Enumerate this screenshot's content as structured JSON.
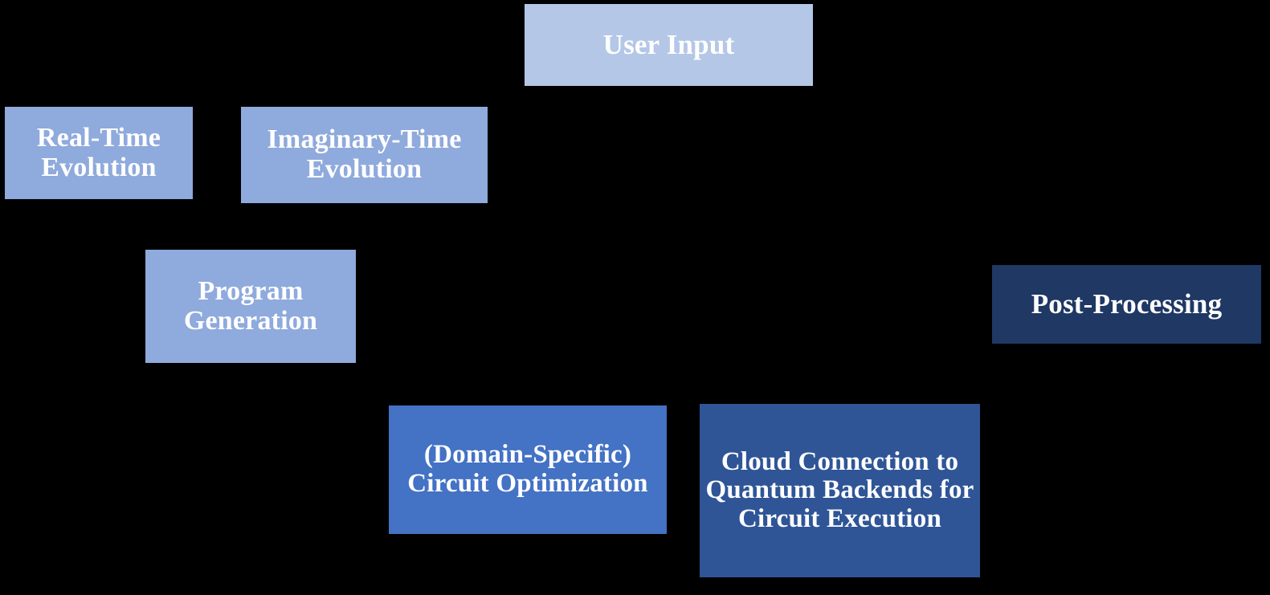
{
  "diagram": {
    "background_color": "#000000",
    "text_color": "#ffffff",
    "nodes": [
      {
        "id": "user-input",
        "label": "User Input",
        "color": "#b4c7e7"
      },
      {
        "id": "real-time",
        "label": "Real-Time Evolution",
        "color": "#8faadc"
      },
      {
        "id": "imaginary-time",
        "label": "Imaginary-Time Evolution",
        "color": "#8faadc"
      },
      {
        "id": "program-generation",
        "label": "Program Generation",
        "color": "#8faadc"
      },
      {
        "id": "post-processing",
        "label": "Post-Processing",
        "color": "#1f3864"
      },
      {
        "id": "circuit-optimization",
        "label": "(Domain-Specific) Circuit Optimization",
        "color": "#4472c4"
      },
      {
        "id": "cloud-connection",
        "label": "Cloud Connection to Quantum Backends for Circuit Execution",
        "color": "#2f5597"
      }
    ]
  }
}
